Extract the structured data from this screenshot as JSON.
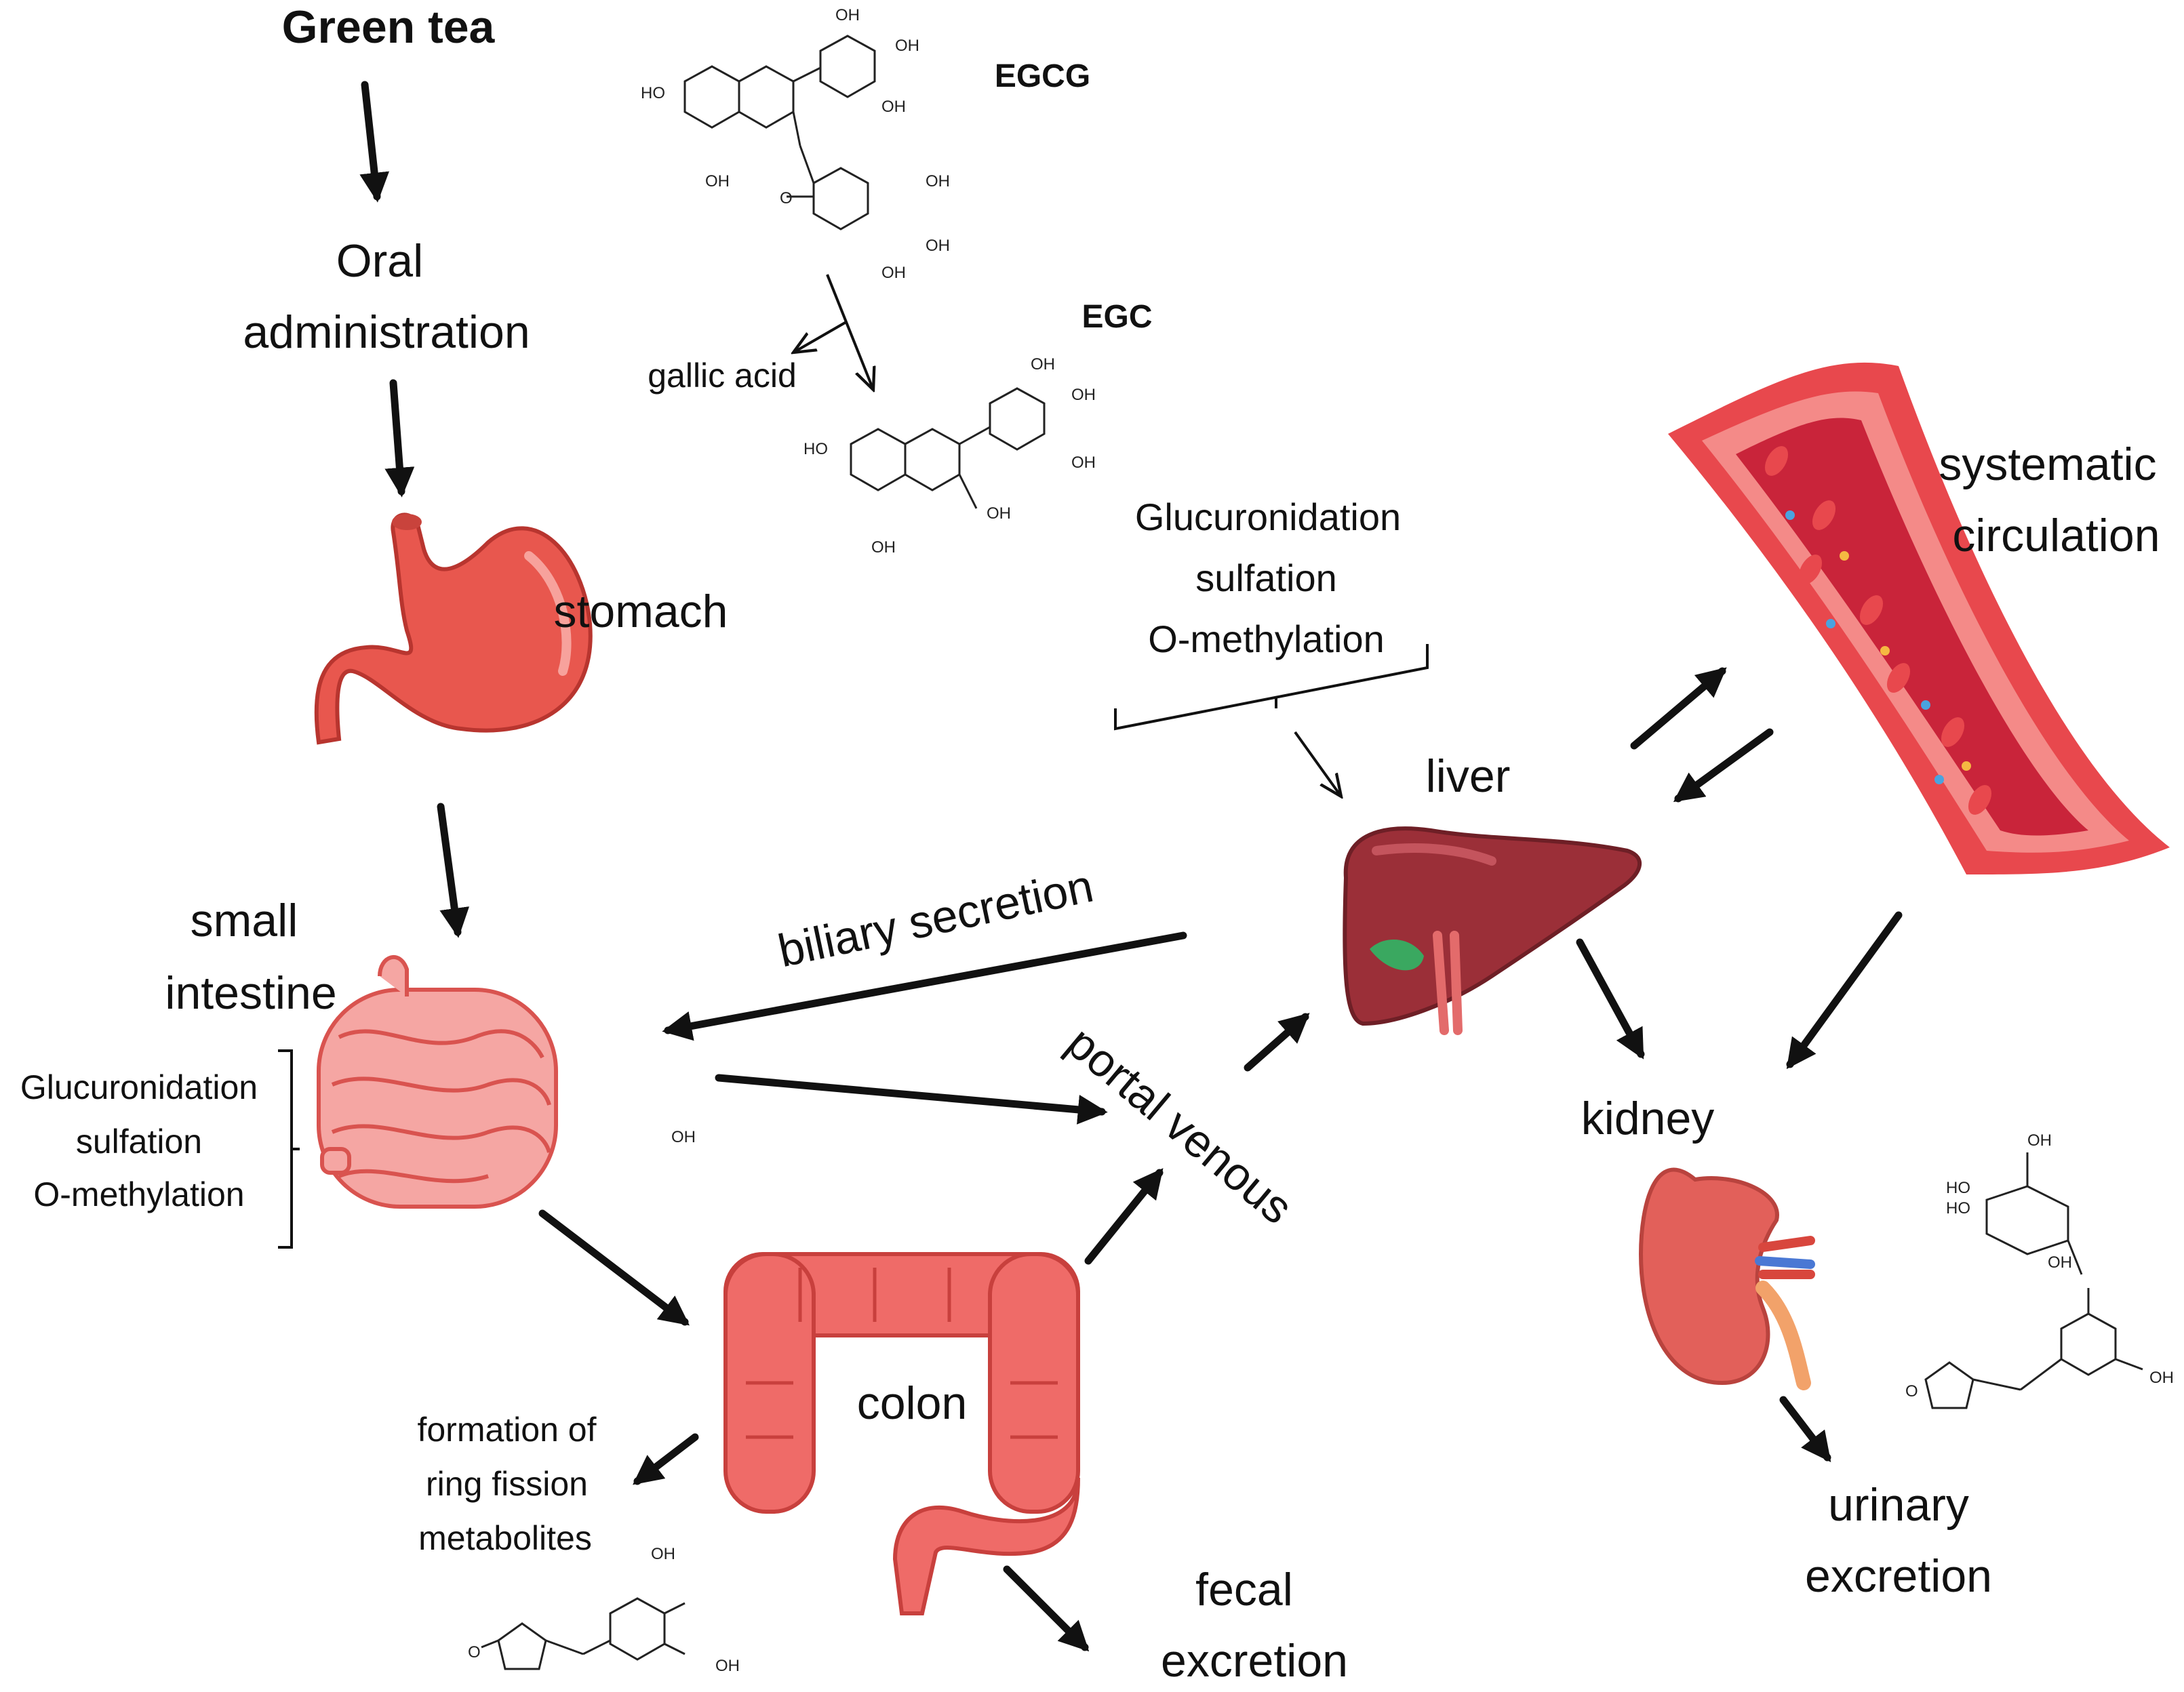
{
  "title": "Green tea",
  "compounds": {
    "egcg": "EGCG",
    "egc": "EGC",
    "gallic_acid": "gallic acid",
    "hydroxyl": "OH",
    "ho": "HO",
    "oxygen": "O"
  },
  "steps": {
    "oral_line1": "Oral",
    "oral_line2": "administration",
    "stomach": "stomach",
    "small_intestine_line1": "small",
    "small_intestine_line2": "intestine",
    "colon": "colon",
    "liver": "liver",
    "kidney": "kidney",
    "systemic_line1": "systematic",
    "systemic_line2": "circulation",
    "portal_venous": "portal venous",
    "biliary_secretion": "biliary secretion",
    "fecal_line1": "fecal",
    "fecal_line2": "excretion",
    "urinary_line1": "urinary",
    "urinary_line2": "excretion"
  },
  "metabolism": {
    "line1": "Glucuronidation",
    "line2": "sulfation",
    "line3": "O-methylation"
  },
  "ring_fission": {
    "line1": "formation of",
    "line2": "ring fission",
    "line3": "metabolites"
  },
  "colors": {
    "stomach": "#e8574e",
    "intestine": "#f5a6a3",
    "colon": "#ef6b68",
    "liver": "#9b2f38",
    "kidney": "#e2605a",
    "vessel": "#e8484d",
    "arrow": "#111111"
  }
}
